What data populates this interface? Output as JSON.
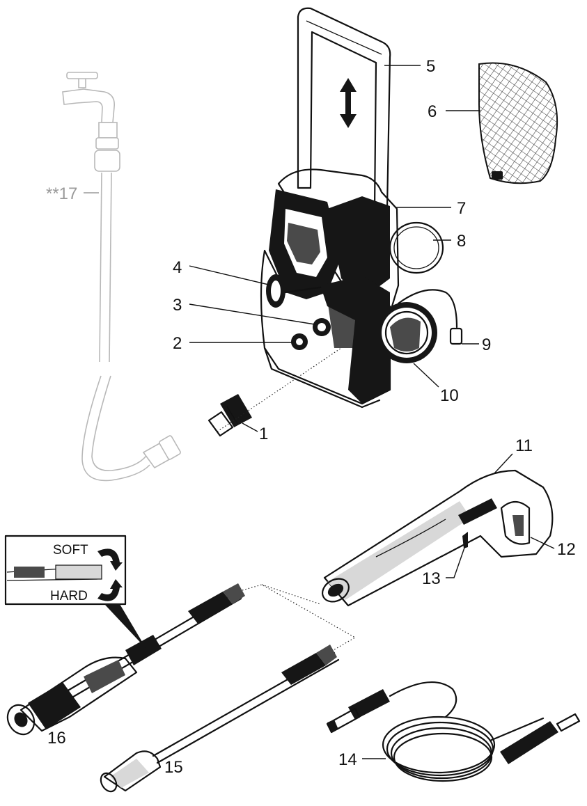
{
  "callouts": {
    "c1": "1",
    "c2": "2",
    "c3": "3",
    "c4": "4",
    "c5": "5",
    "c6": "6",
    "c7": "7",
    "c8": "8",
    "c9": "9",
    "c10": "10",
    "c11": "11",
    "c12": "12",
    "c13": "13",
    "c14": "14",
    "c15": "15",
    "c16": "16",
    "c17": "**17"
  },
  "inset": {
    "soft": "SOFT",
    "hard": "HARD"
  },
  "colors": {
    "ink": "#111111",
    "faded": "#9a9a9a",
    "background": "#ffffff"
  }
}
